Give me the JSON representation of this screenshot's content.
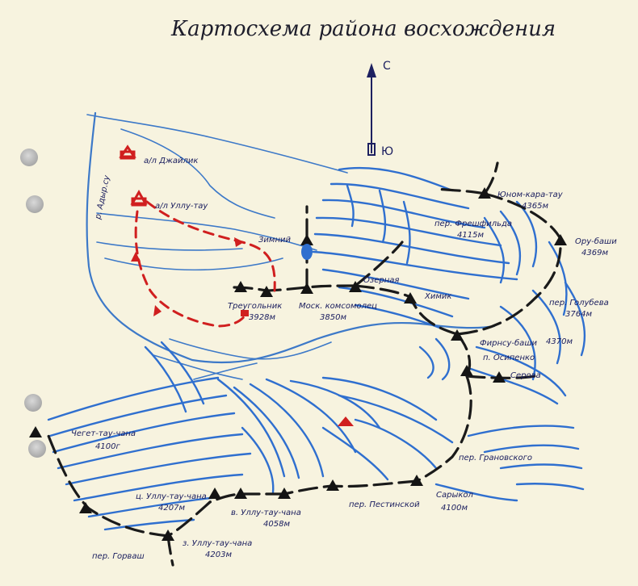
{
  "title": "Картосхема района восхождения",
  "compass": {
    "north": "С",
    "south": "Ю"
  },
  "river_label": "р. Адыр.су",
  "camps": [
    {
      "name": "а/л Джайлик"
    },
    {
      "name": "а/л Уллу-тау"
    }
  ],
  "peaks": [
    {
      "name": "Юном-кара-тау",
      "height": "4365м"
    },
    {
      "name": "Ору-баши",
      "height": "4369м"
    },
    {
      "name": "Зимний",
      "height": ""
    },
    {
      "name": "Треугольник",
      "height": "3928м"
    },
    {
      "name": "Моск. комсомолец",
      "height": "3850м"
    },
    {
      "name": "Озерная",
      "height": ""
    },
    {
      "name": "Химик",
      "height": ""
    },
    {
      "name": "Фирнсу-баши",
      "height": "4370м"
    },
    {
      "name": "п. Осипенко",
      "height": ""
    },
    {
      "name": "Серова",
      "height": ""
    },
    {
      "name": "Чегет-тау-чана",
      "height": "4100г"
    },
    {
      "name": "ц. Уллу-тау-чана",
      "height": "4207м"
    },
    {
      "name": "в. Уллу-тау-чана",
      "height": "4058м"
    },
    {
      "name": "з. Уллу-тау-чана",
      "height": "4203м"
    },
    {
      "name": "Сарыкол",
      "height": "4100м"
    }
  ],
  "passes": [
    {
      "name": "пер. Фрешфильда",
      "height": "4115м"
    },
    {
      "name": "пер. Голубева",
      "height": "3764м"
    },
    {
      "name": "пер. Грановского",
      "height": ""
    },
    {
      "name": "пер. Пестинской",
      "height": ""
    },
    {
      "name": "пер. Горваш",
      "height": ""
    }
  ],
  "colors": {
    "paper": "#f7f3df",
    "river": "#3d79c8",
    "glacier": "#2f6fcf",
    "ridge": "#1a1a1a",
    "route": "#d01f1f",
    "ink": "#1d2060"
  }
}
